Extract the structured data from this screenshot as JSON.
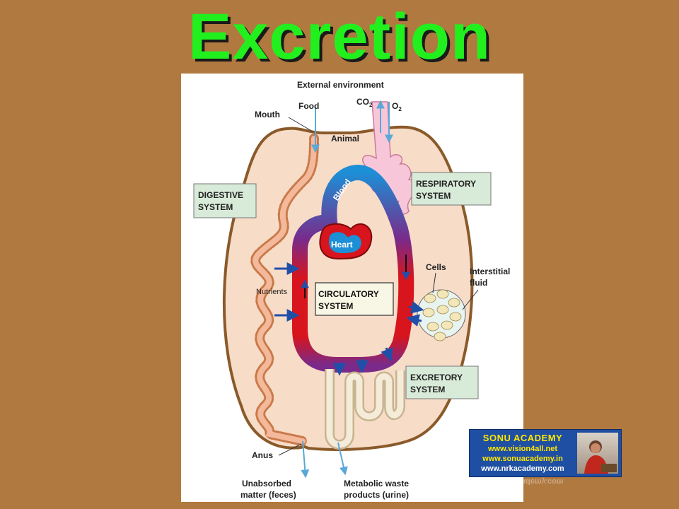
{
  "slide": {
    "title": "Excretion"
  },
  "diagram": {
    "external_environment": "External environment",
    "food": "Food",
    "mouth": "Mouth",
    "co2": "CO",
    "co2_sub": "2",
    "o2": "O",
    "o2_sub": "2",
    "animal": "Animal",
    "digestive_line1": "DIGESTIVE",
    "digestive_line2": "SYSTEM",
    "respiratory_line1": "RESPIRATORY",
    "respiratory_line2": "SYSTEM",
    "blood": "Blood",
    "heart": "Heart",
    "cells": "Cells",
    "interstitial_line1": "Interstitial",
    "interstitial_line2": "fluid",
    "nutrients": "Nutrients",
    "circulatory_line1": "CIRCULATORY",
    "circulatory_line2": "SYSTEM",
    "excretory_line1": "EXCRETORY",
    "excretory_line2": "SYSTEM",
    "anus": "Anus",
    "unabsorbed_line1": "Unabsorbed",
    "unabsorbed_line2": "matter (feces)",
    "metabolic_line1": "Metabolic waste",
    "metabolic_line2": "products (urine)"
  },
  "watermark": {
    "brand": "SONU ACADEMY",
    "url1": "www.vision4all.net",
    "url2": "www.sonuacademy.in",
    "url3": "www.nrkacademy.com"
  },
  "colors": {
    "background": "#b0793f",
    "title": "#22f01e",
    "body_fill": "#f7dcc8",
    "blood_blue": "#1c8fd6",
    "blood_red": "#d8141c",
    "label_box": "#d8ead8"
  }
}
